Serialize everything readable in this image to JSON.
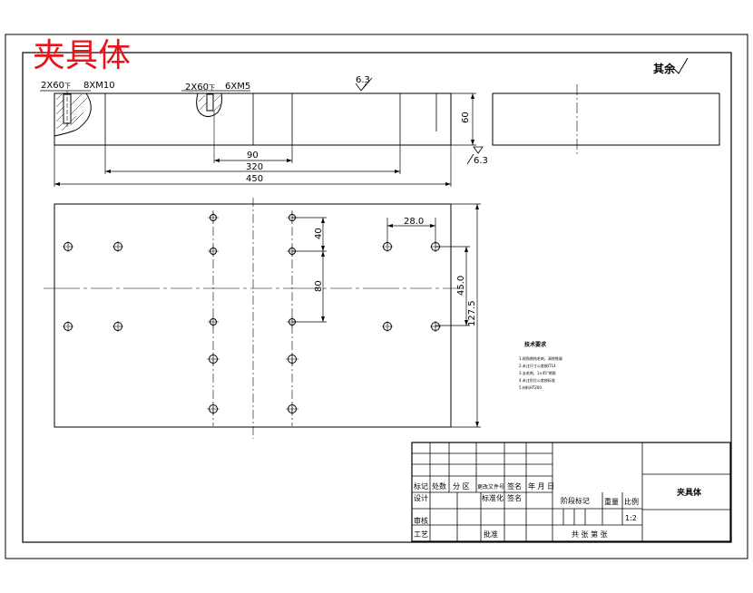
{
  "title": "夹具体",
  "roughness_note": "其余",
  "dimensions": {
    "hole_note_left": "2X60",
    "hole_note_left_suffix": "下",
    "thread_left": "8XM10",
    "hole_note_mid": "2X60",
    "hole_note_mid_suffix": "下",
    "thread_mid": "6XM5",
    "roughness_top": "6.3",
    "roughness_bottom": "6.3",
    "height": "60",
    "d90": "90",
    "d320": "320",
    "d450": "450",
    "d28": "28.0",
    "d40": "40",
    "d80": "80",
    "d45": "45.0",
    "d127": "127.5"
  },
  "tech_requirements": {
    "title": "技术要求",
    "items": [
      "1.锐角倒钝毛刺，清除铁屑",
      "2.未注尺寸公差按IT14",
      "3.去毛刺，1×45°倒角",
      "4.未注形位公差按标准",
      "5.材料HT200"
    ]
  },
  "title_block": {
    "row_labels": [
      "标记",
      "处数",
      "分 区",
      "更改文件号",
      "签名",
      "年 月 日"
    ],
    "design": "设计",
    "standardize": "标准化",
    "sign": "签名",
    "review": "审核",
    "process": "工艺",
    "approve": "批准",
    "stage_mark": "阶段标记",
    "weight": "重量",
    "scale_label": "比例",
    "scale": "1:2",
    "sheets": "共 张  第 张",
    "part_name": "夹具体"
  }
}
